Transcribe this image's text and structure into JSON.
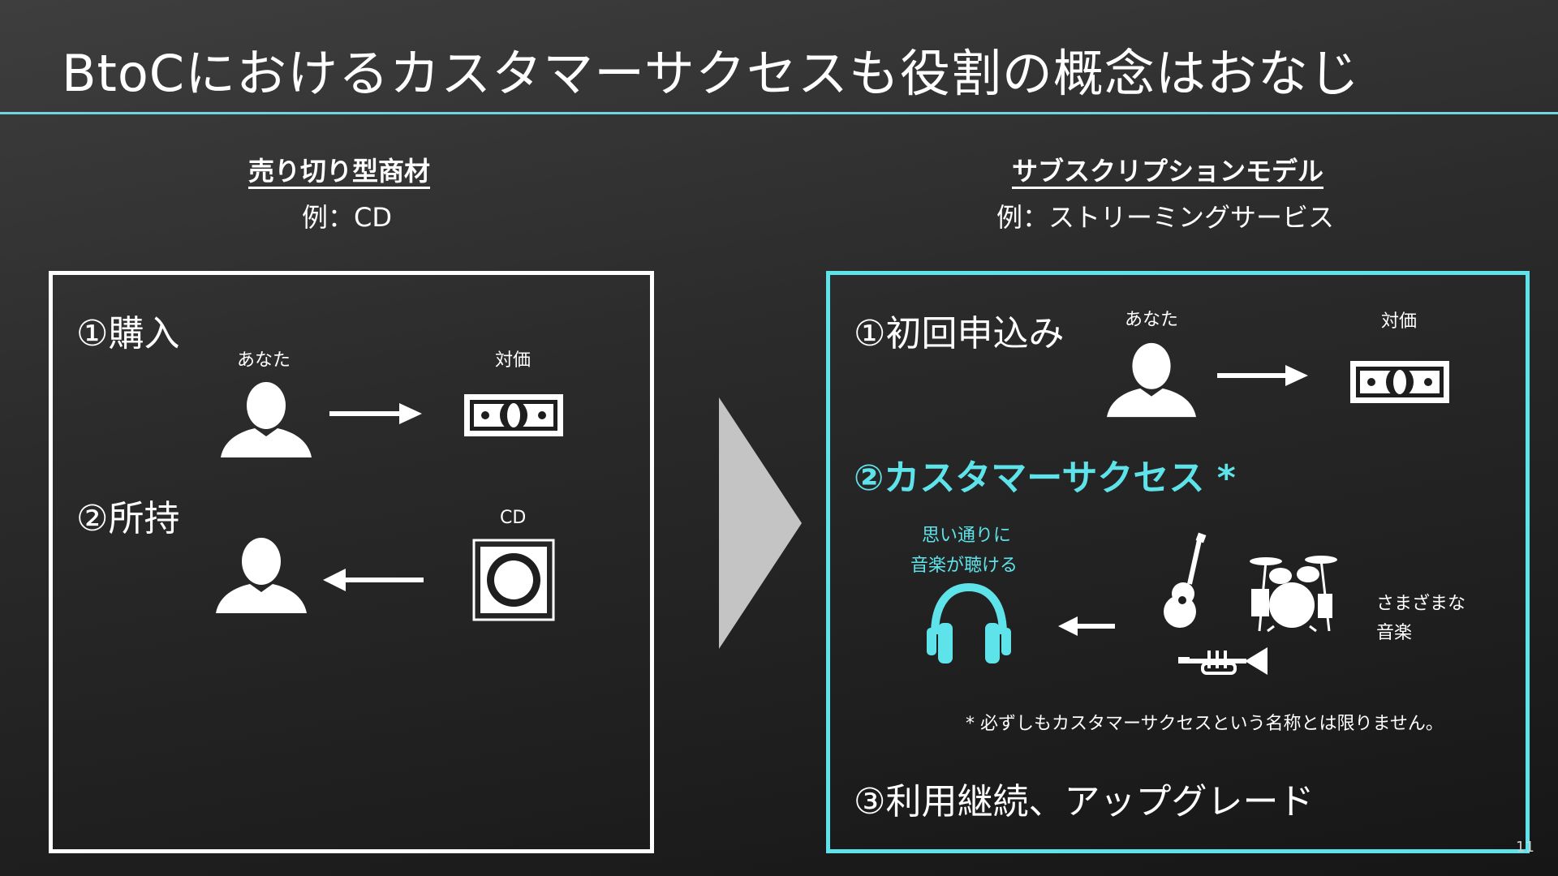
{
  "slide": {
    "title": "BtoCにおけるカスタマーサクセスも役割の概念はおなじ",
    "page_number": "11",
    "colors": {
      "accent": "#5fe3ea",
      "text": "#ffffff",
      "arrow": "#c4c4c4"
    }
  },
  "left": {
    "heading": "売り切り型商材",
    "example": "例：CD",
    "step1": "①購入",
    "you_label": "あなた",
    "price_label": "対価",
    "step2": "②所持",
    "cd_label": "CD",
    "icons": [
      "person-icon",
      "arrow-right-icon",
      "money-icon",
      "arrow-left-icon",
      "cd-icon"
    ]
  },
  "right": {
    "heading": "サブスクリプションモデル",
    "example": "例：ストリーミングサービス",
    "step1": "①初回申込み",
    "you_label": "あなた",
    "price_label": "対価",
    "step2": "②カスタマーサクセス *",
    "headphone_caption_line1": "思い通りに",
    "headphone_caption_line2": "音楽が聴ける",
    "music_caption_line1": "さまざまな",
    "music_caption_line2": "音楽",
    "footnote": "* 必ずしもカスタマーサクセスという名称とは限りません。",
    "step3": "③利用継続、アップグレード",
    "icons": [
      "person-icon",
      "arrow-right-icon",
      "money-icon",
      "headphones-icon",
      "arrow-left-icon",
      "guitar-icon",
      "drums-icon",
      "trumpet-icon"
    ]
  }
}
